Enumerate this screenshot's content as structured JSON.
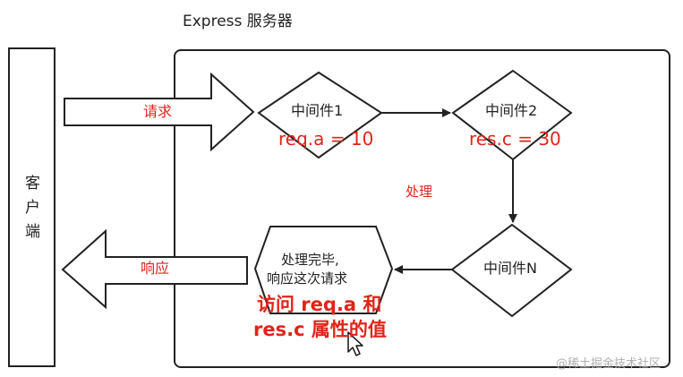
{
  "server_title": "Express 服务器",
  "client_label": "客户端",
  "request_label": "请求",
  "response_label": "响应",
  "middleware1": {
    "label": "中间件1",
    "annotation": "req.a = 10"
  },
  "middleware2": {
    "label": "中间件2",
    "annotation": "res.c = 30"
  },
  "middlewareN": {
    "label": "中间件N"
  },
  "process_label": "处理",
  "done_node": {
    "line1": "处理完毕,",
    "line2": "响应这次请求"
  },
  "access_note": {
    "line1": "访问 req.a 和",
    "line2": "res.c 属性的值"
  },
  "watermark": "@稀土掘金技术社区",
  "colors": {
    "stroke": "#222222",
    "annotation": "#e2231a",
    "watermark": "#b0b0b0",
    "background": "#ffffff"
  },
  "icons": {
    "cursor": "mouse-pointer-icon"
  }
}
